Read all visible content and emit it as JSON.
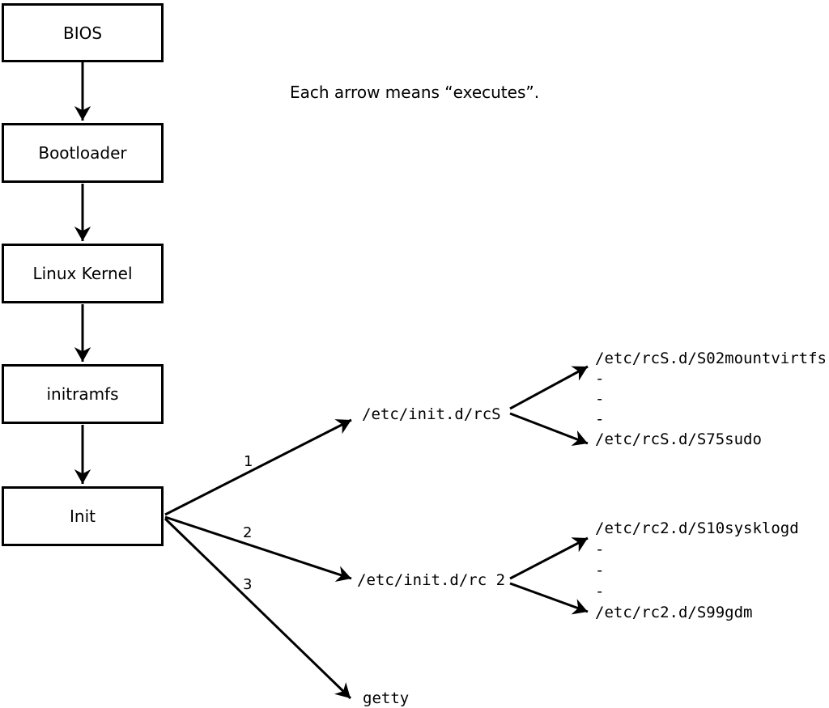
{
  "diagram": {
    "note": "Each arrow means “executes”.",
    "boot_chain": [
      {
        "label": "BIOS"
      },
      {
        "label": "Bootloader"
      },
      {
        "label": "Linux Kernel"
      },
      {
        "label": "initramfs"
      },
      {
        "label": "Init"
      }
    ],
    "init_arrows": [
      {
        "label": "1",
        "target": "/etc/init.d/rcS"
      },
      {
        "label": "2",
        "target": "/etc/init.d/rc 2"
      },
      {
        "label": "3",
        "target": "getty"
      }
    ],
    "rcS_scripts": [
      "/etc/rcS.d/S02mountvirtfs",
      "-",
      "-",
      "-",
      "/etc/rcS.d/S75sudo"
    ],
    "rc2_scripts": [
      "/etc/rc2.d/S10sysklogd",
      "-",
      "-",
      "-",
      "/etc/rc2.d/S99gdm"
    ]
  }
}
